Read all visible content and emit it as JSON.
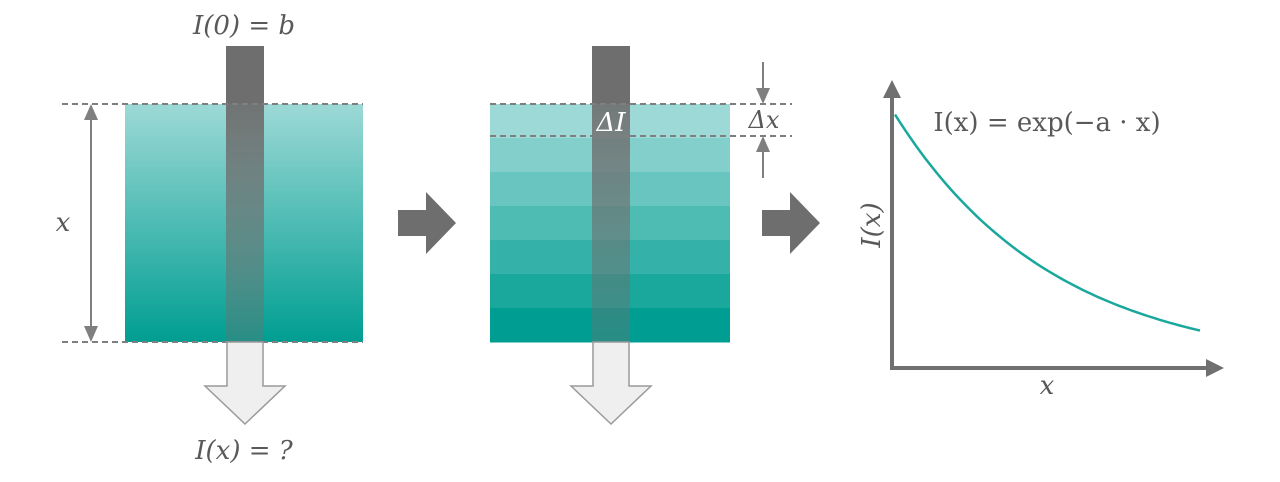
{
  "labels": {
    "initial_intensity": "I(0) = b",
    "final_intensity": "I(x) = ?",
    "thickness": "x",
    "delta_intensity": "ΔI",
    "delta_thickness": "Δx",
    "formula": "I(x) = exp(−a · x)",
    "graph_ylabel": "I(x)",
    "graph_xlabel": "x"
  },
  "colors": {
    "medium_top": "#9dd9d6",
    "medium_bottom": "#009e92",
    "beam": "#6e6e6e",
    "arrow": "#6e6e6e",
    "curve": "#1aa89c",
    "axis": "#707070"
  },
  "graph": {
    "curve_label": "I(x) = exp(−a · x)",
    "decay_start_fraction": 0.88,
    "decay_end_fraction": 0.13
  }
}
